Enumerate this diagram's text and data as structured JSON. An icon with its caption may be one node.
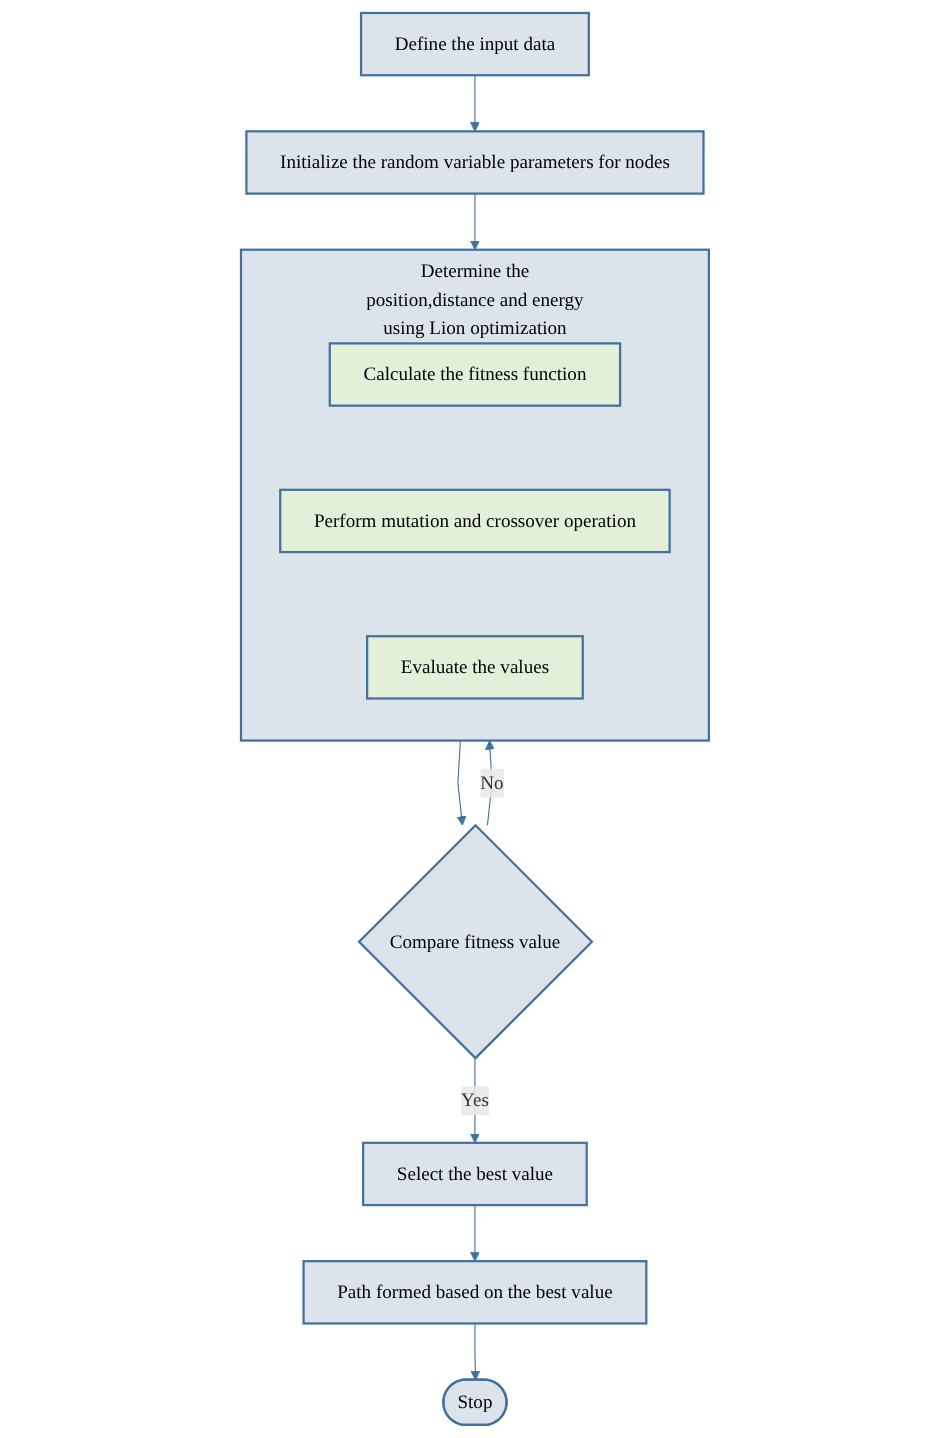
{
  "diagram": {
    "nodes": [
      {
        "text": [
          "Define the input data"
        ]
      },
      {
        "text": [
          "Initialize the random variable parameters for nodes"
        ]
      },
      {
        "text": [
          "Determine the position,distance and energy using Lion optimization"
        ]
      },
      {
        "text": [
          "Calculate the fitness function"
        ],
        "in": 2
      },
      {
        "text": [
          "Perform mutation and crossover operation"
        ],
        "in": 2
      },
      {
        "text": [
          "Evaluate the values"
        ],
        "in": 2
      },
      {
        "text": [
          "Compare fitness value"
        ]
      },
      {
        "text": [
          "Select the best value"
        ]
      },
      {
        "text": [
          "Path formed based on the best value"
        ]
      },
      {
        "text": [
          "Stop"
        ]
      }
    ],
    "edges": [
      {
        "from": 0,
        "to": 1,
        "arrow": "to"
      },
      {
        "from": 1,
        "to": 2,
        "arrow": "to"
      },
      {
        "from": 2,
        "to": 6,
        "arrow": "to"
      },
      {
        "from": 6,
        "to": 2,
        "arrow": "to",
        "label": "No"
      },
      {
        "from": 6,
        "to": 7,
        "arrow": "to",
        "label": "Yes"
      },
      {
        "from": 7,
        "to": 8,
        "arrow": "to"
      },
      {
        "from": 8,
        "to": 9,
        "arrow": "to"
      }
    ]
  }
}
